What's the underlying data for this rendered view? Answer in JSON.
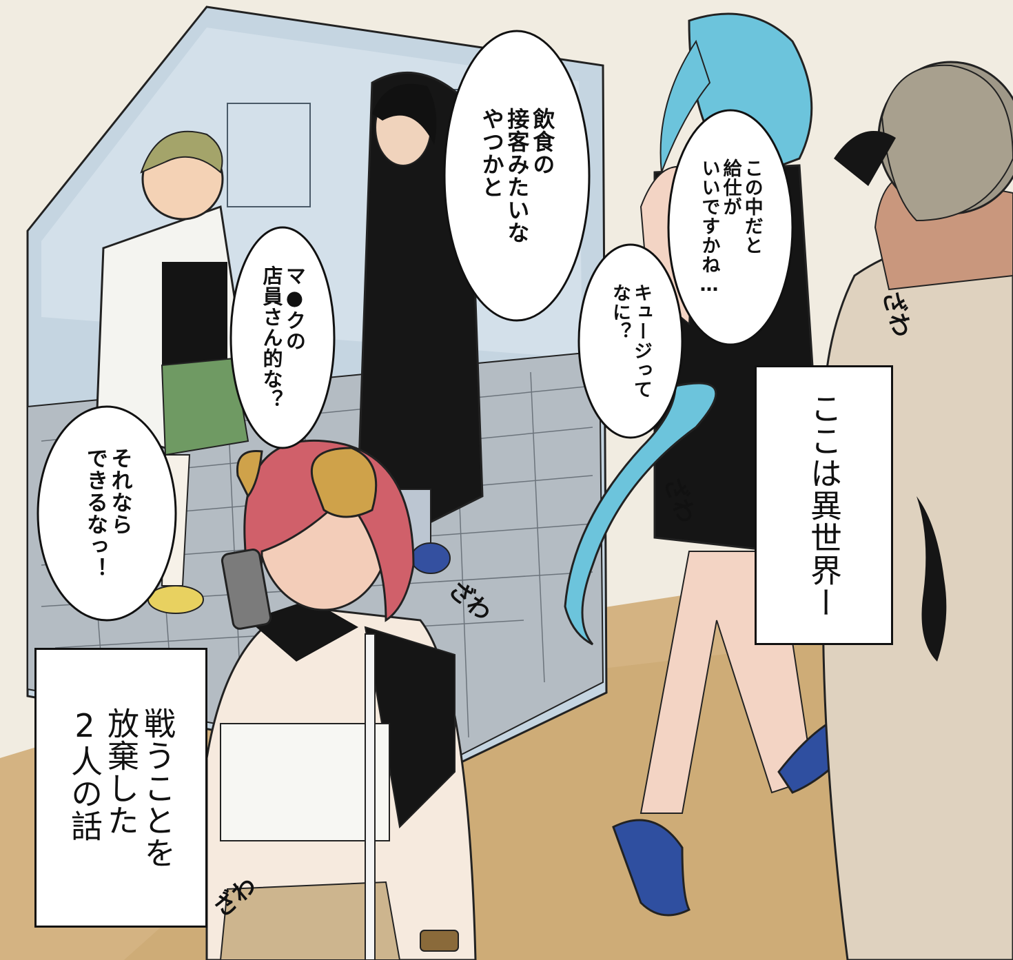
{
  "speech": {
    "b1": [
      "飲食の",
      "接客みたいな",
      "やつかと"
    ],
    "b2": [
      "マ●クの",
      "店員さん的な？"
    ],
    "b3": [
      "それなら",
      "できるなっ！"
    ],
    "b4": [
      "この中だと",
      "給仕が",
      "いいですかね…"
    ],
    "b5": [
      "キュージって",
      "なに？"
    ]
  },
  "captions": {
    "c1": [
      "ここは異世界ー"
    ],
    "c2": [
      "戦うことを",
      "放棄した",
      "2人の話"
    ]
  },
  "sfx": [
    "ざわ",
    "ざわ",
    "ざわ",
    "ざわ"
  ],
  "colors": {
    "building_wall": "#c9d7e2",
    "floor": "#d6b786",
    "cloak_black": "#161616",
    "pink_hair": "#d0606a",
    "blue_hair": "#6cc4dc",
    "horn_gold": "#cfa24a"
  }
}
